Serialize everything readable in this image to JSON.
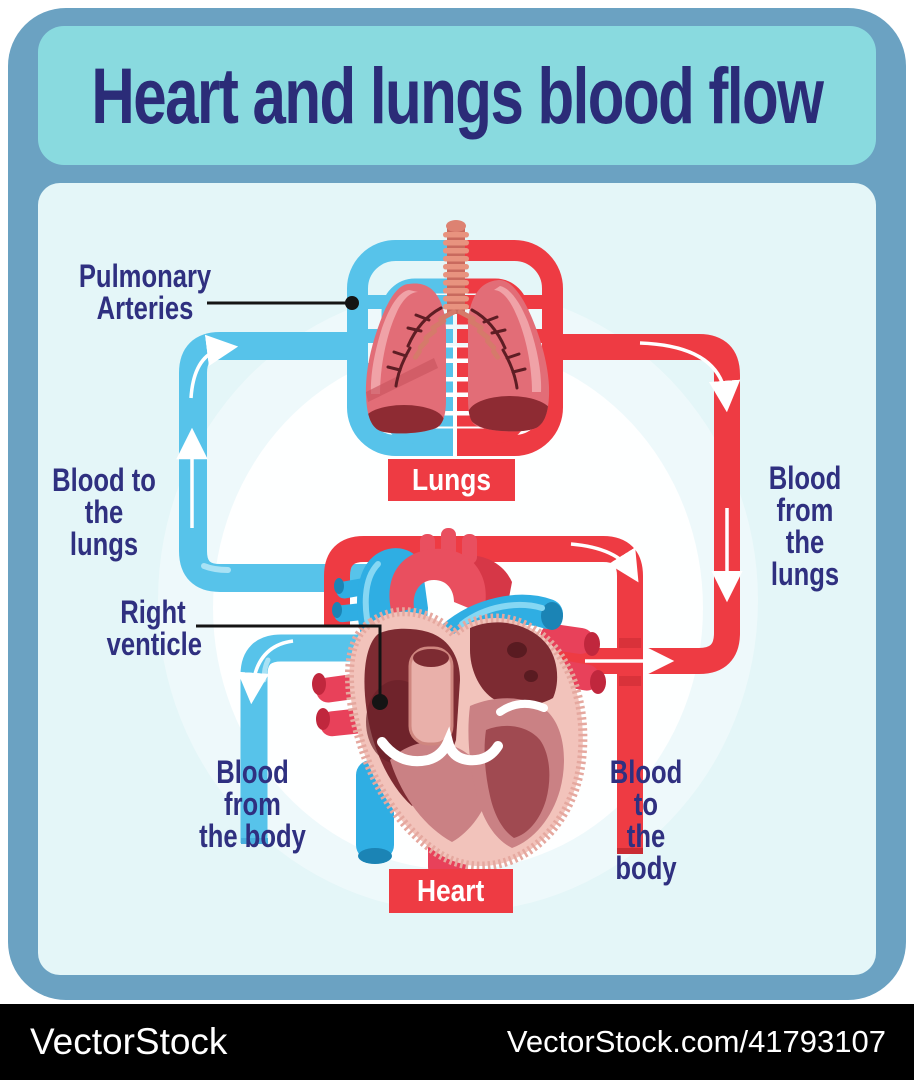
{
  "title": "Heart and lungs blood flow",
  "labels": {
    "pulmonary_arteries": {
      "line1": "Pulmonary",
      "line2": "Arteries"
    },
    "blood_to_lungs": {
      "line1": "Blood to",
      "line2": "the lungs"
    },
    "right_venticle": {
      "line1": "Right",
      "line2": "venticle"
    },
    "blood_from_body": {
      "line1": "Blood from",
      "line2": "the body"
    },
    "blood_to_body": {
      "line1": "Blood to",
      "line2": "the body"
    },
    "blood_from_lungs": {
      "line1": "Blood from",
      "line2": "the lungs"
    }
  },
  "badges": {
    "lungs": "Lungs",
    "heart": "Heart"
  },
  "watermark": {
    "brand": "VectorStock",
    "site_id": "VectorStock.com/41793107"
  },
  "colors": {
    "frame": "#6BA2C2",
    "header_band": "#89DADF",
    "content_bg": "#E4F6F8",
    "title_text": "#2B2C78",
    "label_text": "#2F3080",
    "tube_red": "#EE3B43",
    "tube_blue": "#57C3EA",
    "badge_red": "#EE3B43",
    "lung_pink": "#E26D77",
    "lung_dark": "#8E2B33",
    "heart_wall_pink": "#F2C3BB",
    "heart_chamber_dark": "#7D2B32",
    "vessel_blue": "#2FAEE3",
    "watermark_bar": "#000000",
    "watermark_text": "#FFFFFF"
  }
}
